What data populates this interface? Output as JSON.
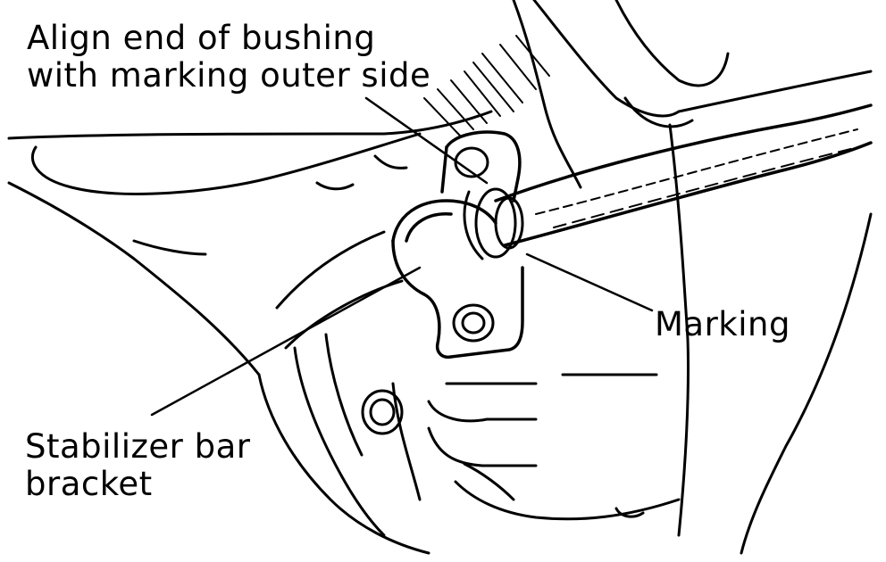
{
  "diagram": {
    "labels": {
      "align_line1": "Align end of bushing",
      "align_line2": "with marking outer side",
      "marking": "Marking",
      "bracket_line1": "Stabilizer bar",
      "bracket_line2": "bracket"
    },
    "colors": {
      "ink": "#000000",
      "paper": "#ffffff"
    }
  }
}
